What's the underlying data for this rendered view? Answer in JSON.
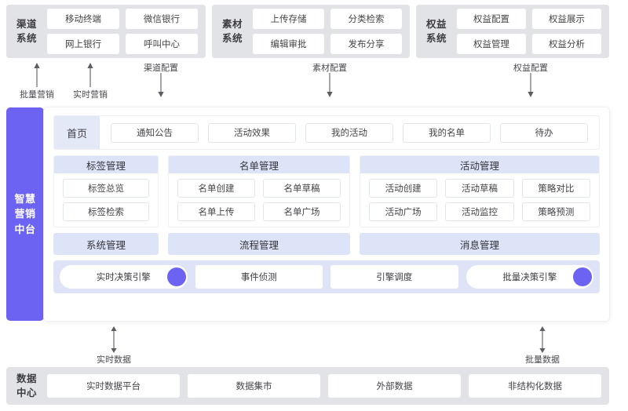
{
  "top_systems": [
    {
      "title": "渠道\n系统",
      "items": [
        "移动终端",
        "微信银行",
        "网上银行",
        "呼叫中心"
      ]
    },
    {
      "title": "素材\n系统",
      "items": [
        "上传存储",
        "分类检索",
        "编辑审批",
        "发布分享"
      ]
    },
    {
      "title": "权益\n系统",
      "items": [
        "权益配置",
        "权益展示",
        "权益管理",
        "权益分析"
      ]
    }
  ],
  "top_arrows": [
    {
      "label": "批量营销",
      "direction": "up"
    },
    {
      "label": "实时营销",
      "direction": "up"
    },
    {
      "label": "渠道配置",
      "direction": "down"
    },
    {
      "label": "素材配置",
      "direction": "down"
    },
    {
      "label": "权益配置",
      "direction": "down"
    }
  ],
  "rail": {
    "label": "智慧营销中台"
  },
  "tabs": {
    "home_label": "首页",
    "items": [
      "通知公告",
      "活动效果",
      "我的活动",
      "我的名单",
      "待办"
    ]
  },
  "mgmt_groups": [
    {
      "title": "标签管理",
      "items": [
        "标签总览",
        "标签检索"
      ]
    },
    {
      "title": "名单管理",
      "items": [
        "名单创建",
        "名单草稿",
        "名单上传",
        "名单广场"
      ]
    },
    {
      "title": "活动管理",
      "items": [
        "活动创建",
        "活动草稿",
        "策略对比",
        "活动广场",
        "活动监控",
        "策略预测"
      ]
    }
  ],
  "wide_bars": [
    "系统管理",
    "流程管理",
    "消息管理"
  ],
  "engines": [
    {
      "label": "实时决策引擎",
      "dot": true,
      "shape": "pill"
    },
    {
      "label": "事件侦测",
      "dot": false,
      "shape": "square"
    },
    {
      "label": "引擎调度",
      "dot": false,
      "shape": "square"
    },
    {
      "label": "批量决策引擎",
      "dot": true,
      "shape": "pill"
    }
  ],
  "bottom_arrows": [
    {
      "label": "实时数据",
      "direction": "both"
    },
    {
      "label": "批量数据",
      "direction": "both"
    }
  ],
  "data_center": {
    "title": "数据\n中心",
    "items": [
      "实时数据平台",
      "数据集市",
      "外部数据",
      "非结构化数据"
    ]
  },
  "colors": {
    "accent_purple": "#6c63f2",
    "band_gray": "#e2e3e6",
    "header_blue": "#dde4f8",
    "engine_strip": "#dee3f7"
  }
}
